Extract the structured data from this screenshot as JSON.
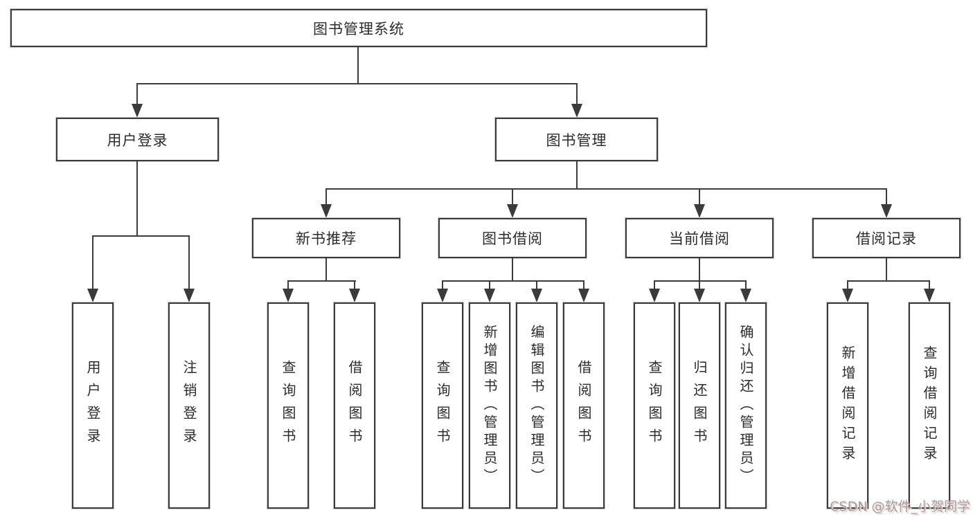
{
  "colors": {
    "line": "#3b3b3b",
    "box_fill": "#ffffff",
    "text": "#2b2b2b",
    "border_halo": "#c8c8c8",
    "watermark": "#9f9f9f",
    "watermark_shadow": "#f2caca"
  },
  "root": {
    "label": "图书管理系统"
  },
  "level2": [
    {
      "label": "用户登录"
    },
    {
      "label": "图书管理"
    }
  ],
  "level3": [
    {
      "label": "新书推荐"
    },
    {
      "label": "图书借阅"
    },
    {
      "label": "当前借阅"
    },
    {
      "label": "借阅记录"
    }
  ],
  "leaves": [
    {
      "label": "用户登录"
    },
    {
      "label": "注销登录"
    },
    {
      "label": "查询图书"
    },
    {
      "label": "借阅图书"
    },
    {
      "label": "查询图书"
    },
    {
      "label": "新增图书（管理员）"
    },
    {
      "label": "编辑图书（管理员）"
    },
    {
      "label": "借阅图书"
    },
    {
      "label": "查询图书"
    },
    {
      "label": "归还图书"
    },
    {
      "label": "确认归还（管理员）"
    },
    {
      "label": "新增借阅记录"
    },
    {
      "label": "查询借阅记录"
    }
  ],
  "watermark": {
    "text": "CSDN @软件_小贺同学"
  }
}
